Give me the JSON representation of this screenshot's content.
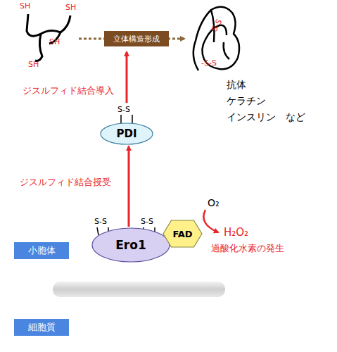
{
  "diagram": {
    "nodes": [
      {
        "text": [
          "立体構造形成"
        ]
      },
      {
        "text": [
          "PDI"
        ]
      },
      {
        "text": [
          "Ero1"
        ]
      },
      {
        "text": [
          "FAD"
        ]
      },
      {
        "text": [
          "小胞体"
        ]
      },
      {
        "text": [
          "細胞質"
        ]
      }
    ],
    "edges": [
      {
        "from": 2,
        "to": 1,
        "arrow": "to"
      }
    ],
    "labels": [
      "SH",
      "SH",
      "SH",
      "SH",
      "S-S",
      "-S-S",
      "抗体",
      "ケラチン",
      "インスリン　など",
      "ジスルフィド結合導入",
      "S-S",
      "ジスルフィド結合授受",
      "S-S",
      "S-S",
      "O₂",
      "H₂O₂",
      "過酸化水素の発生"
    ]
  }
}
